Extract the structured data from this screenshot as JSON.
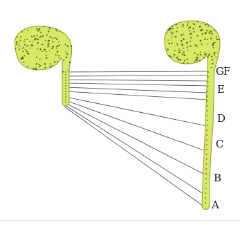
{
  "diagram": {
    "colors": {
      "seedling_fill": "#d9e866",
      "seedling_stroke": "#8f9a2c",
      "speckle": "#5a5a18",
      "connector_line": "#444444",
      "label_text": "#1a1a1a"
    },
    "labels": [
      "A",
      "B",
      "C",
      "D",
      "E",
      "F",
      "G"
    ]
  }
}
